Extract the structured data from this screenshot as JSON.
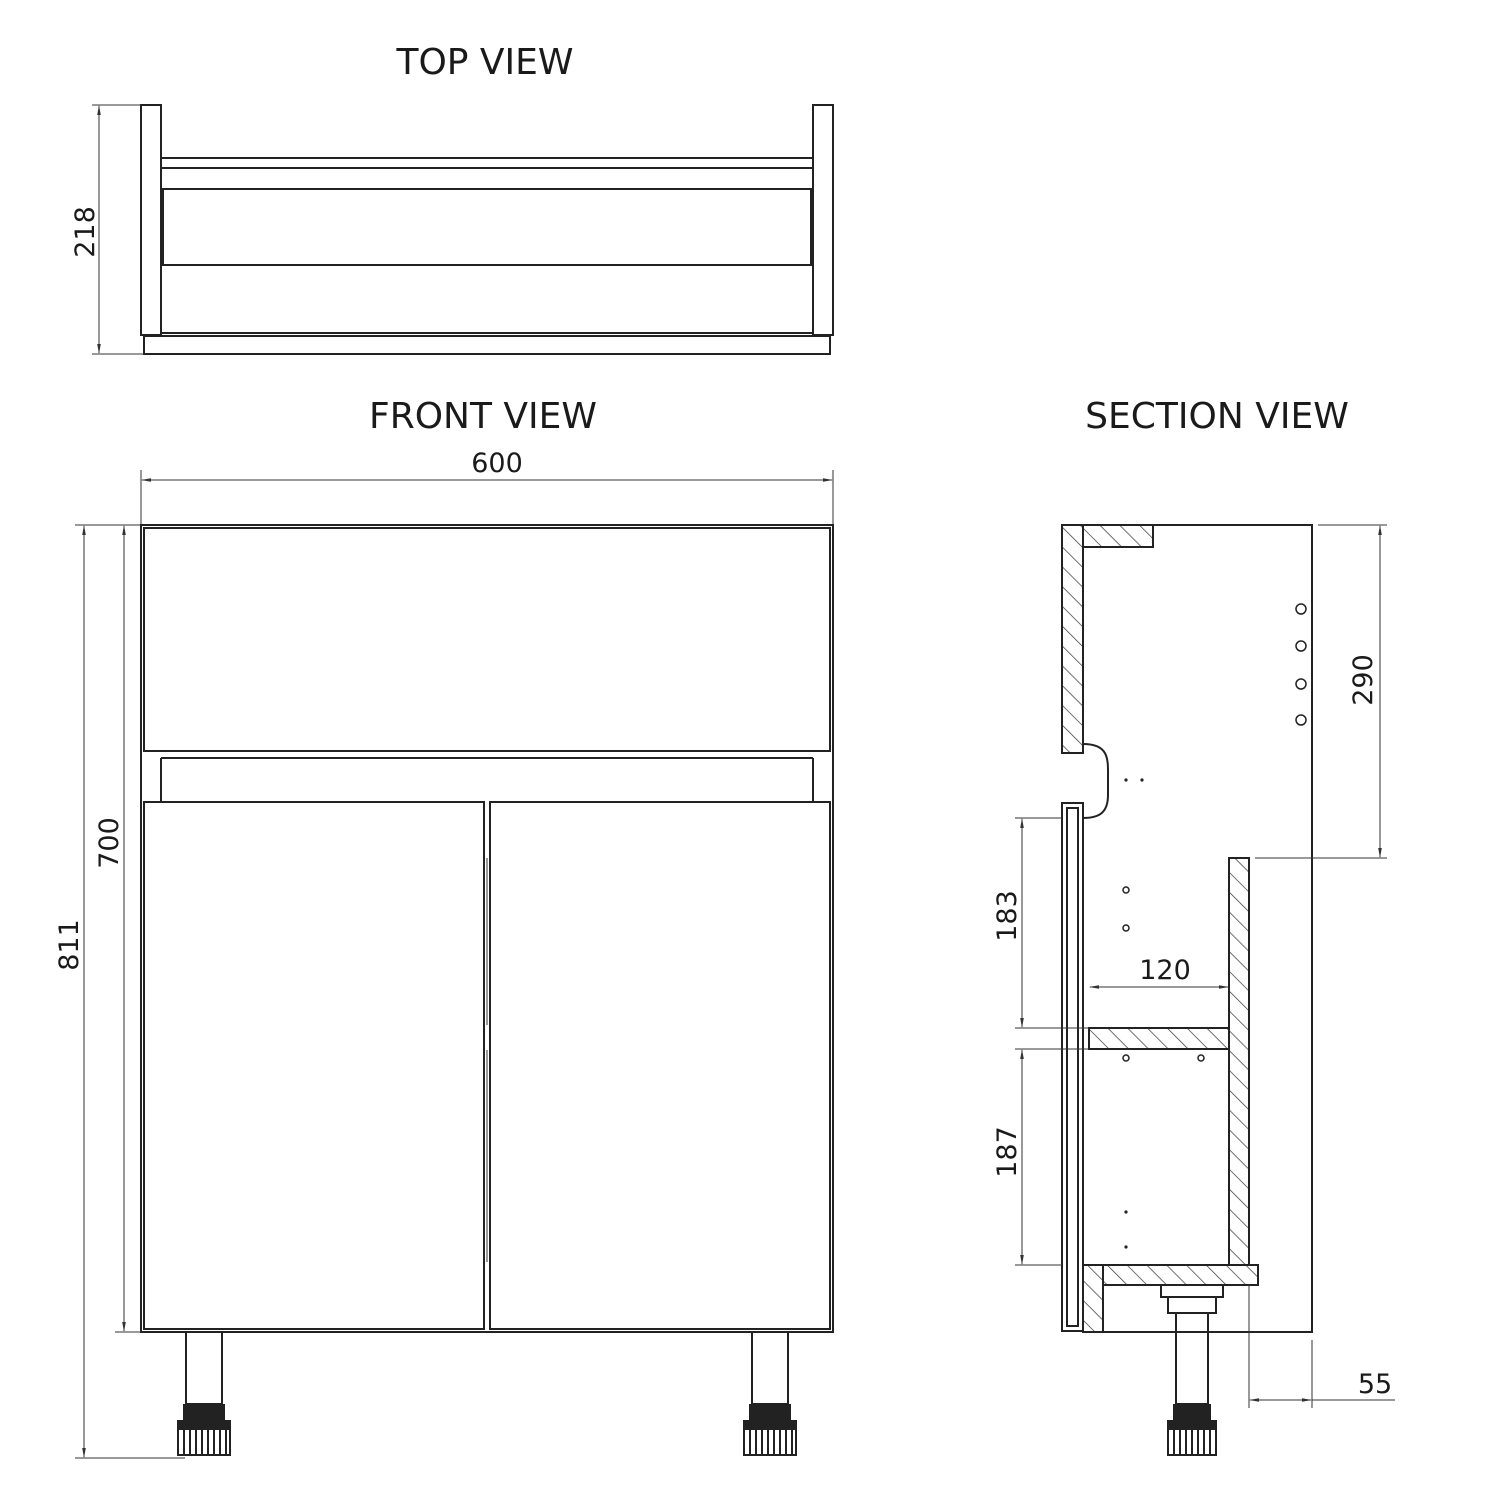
{
  "views": {
    "top": {
      "title": "TOP VIEW"
    },
    "front": {
      "title": "FRONT VIEW"
    },
    "section": {
      "title": "SECTION VIEW"
    }
  },
  "dimensions": {
    "top_depth": "218",
    "front_width": "600",
    "front_carcass_height": "700",
    "front_total_height": "811",
    "section_upper": "290",
    "section_shelf_gap_upper": "183",
    "section_shelf_depth": "120",
    "section_shelf_gap_lower": "187",
    "section_rear_offset": "55"
  }
}
